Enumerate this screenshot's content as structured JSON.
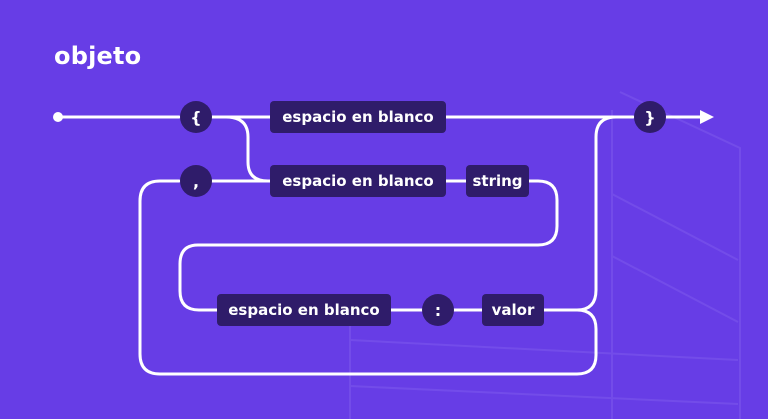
{
  "title": "objeto",
  "nodes": {
    "open_brace": "{",
    "comma": ",",
    "close_brace": "}",
    "colon": ":",
    "whitespace_1": "espacio en blanco",
    "whitespace_2": "espacio en blanco",
    "whitespace_3": "espacio en blanco",
    "string": "string",
    "value": "valor"
  },
  "colors": {
    "background": "#673de6",
    "node_fill": "#2f1c6a",
    "track": "#ffffff",
    "text": "#ffffff"
  }
}
